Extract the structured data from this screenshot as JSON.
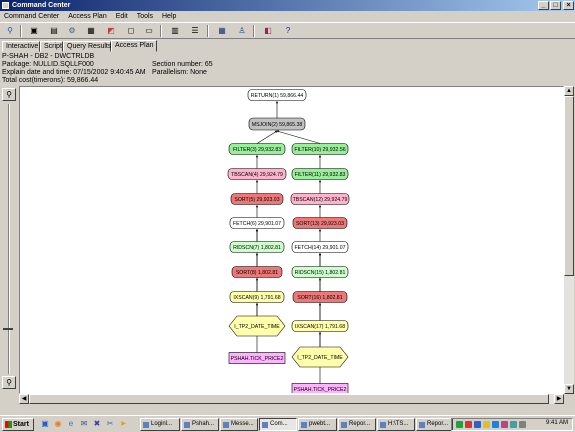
{
  "window": {
    "title": "Command Center",
    "min": "_",
    "max": "□",
    "close": "×"
  },
  "menu": [
    "Command Center",
    "Access Plan",
    "Edit",
    "Tools",
    "Help"
  ],
  "tabs": [
    "Interactive",
    "Script",
    "Query Results",
    "Access Plan"
  ],
  "info": {
    "line1": "P-SHAH - DB2 - DWCTRLDB",
    "package": "Package: NULLID.SQLLF000",
    "explain": "Explain date and time: 07/15/2002 9:40:45 AM",
    "cost": "Total cost(timerons): 59,866.44",
    "section": "Section number: 65",
    "parallelism": "Parallelism: None"
  },
  "graph": {
    "colors": {
      "return": "#ffffff",
      "join": "#c0c0c0",
      "filter": "#99ee99",
      "tbscan": "#ffb3cc",
      "sort": "#ee7777",
      "fetch": "#ffffff",
      "ridscn": "#ccffcc",
      "ixscan": "#ffffaa",
      "index": "#ffffaa",
      "table": "#ffb3ff"
    },
    "nodes": [
      {
        "id": "return",
        "label": "RETURN(1) 59,866.44",
        "kind": "return"
      },
      {
        "id": "msjoin",
        "label": "MSJOIN(2) 59,865.38",
        "kind": "join"
      },
      {
        "id": "filter3",
        "label": "FILTER(3) 29,932.83",
        "kind": "filter"
      },
      {
        "id": "tbscan4",
        "label": "TBSCAN(4) 29,924.79",
        "kind": "tbscan"
      },
      {
        "id": "sort5",
        "label": "SORT(5) 29,923.03",
        "kind": "sort"
      },
      {
        "id": "fetch6",
        "label": "FETCH(6) 29,901.07",
        "kind": "fetch"
      },
      {
        "id": "ridscn7",
        "label": "RIDSCN(7) 1,802.81",
        "kind": "ridscn"
      },
      {
        "id": "sort8",
        "label": "SORT(8) 1,802.81",
        "kind": "sort"
      },
      {
        "id": "ixscan9",
        "label": "IXSCAN(9) 1,791.68",
        "kind": "ixscan"
      },
      {
        "id": "idx1",
        "label": "I_TP2_DATE_TIME",
        "kind": "index"
      },
      {
        "id": "tbl1",
        "label": "PSHAH.TICK_PRICE2",
        "kind": "table"
      },
      {
        "id": "filter10",
        "label": "FILTER(10) 29,932.56",
        "kind": "filter"
      },
      {
        "id": "filter11",
        "label": "FILTER(11) 29,932.83",
        "kind": "filter"
      },
      {
        "id": "tbscan12",
        "label": "TBSCAN(12) 29,924.79",
        "kind": "tbscan"
      },
      {
        "id": "sort13",
        "label": "SORT(13) 29,923.03",
        "kind": "sort"
      },
      {
        "id": "fetch14",
        "label": "FETCH(14) 29,901.07",
        "kind": "fetch"
      },
      {
        "id": "ridscn15",
        "label": "RIDSCN(15) 1,802.81",
        "kind": "ridscn"
      },
      {
        "id": "sort16",
        "label": "SORT(16) 1,802.81",
        "kind": "sort"
      },
      {
        "id": "ixscan17",
        "label": "IXSCAN(17) 1,791.68",
        "kind": "ixscan"
      },
      {
        "id": "idx2",
        "label": "I_TP2_DATE_TIME",
        "kind": "index"
      },
      {
        "id": "tbl2",
        "label": "PSHAH.TICK_PRICE2",
        "kind": "table"
      }
    ]
  },
  "taskbar": {
    "start": "Start",
    "tasks": [
      "Loginl...",
      "Pshah...",
      "Messe...",
      "Com...",
      "pwebt...",
      "Repor...",
      "H:\\TS...",
      "Repor..."
    ],
    "clock": "9:41 AM"
  }
}
